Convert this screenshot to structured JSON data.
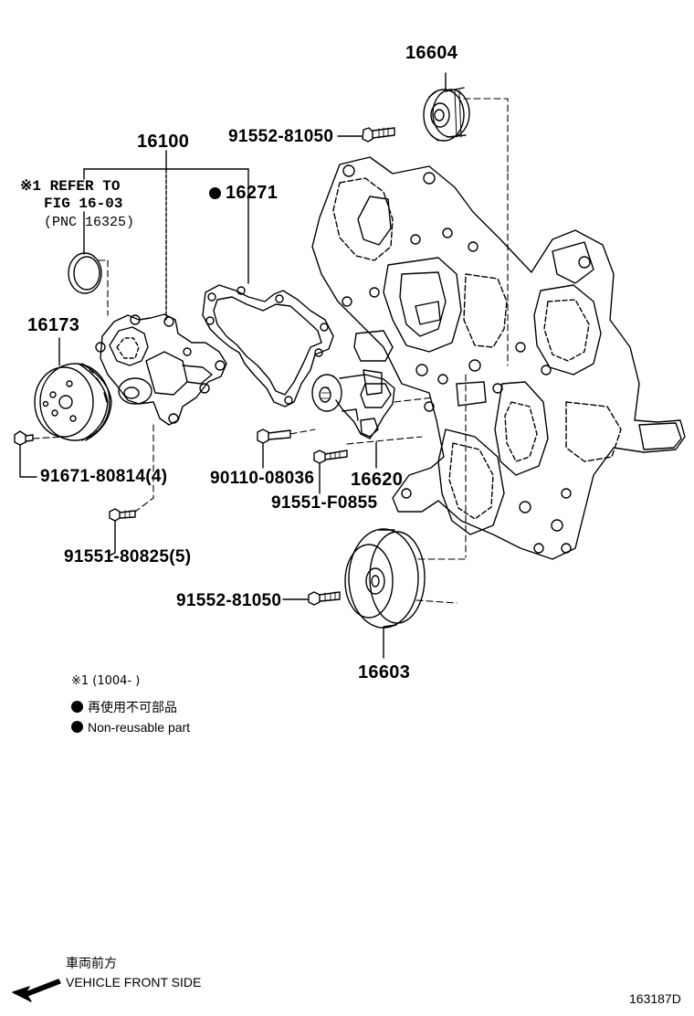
{
  "parts": {
    "p16604": "16604",
    "p91552_top": "91552-81050",
    "p16100": "16100",
    "p16271": "16271",
    "p16173": "16173",
    "p91671": "91671-80814(4)",
    "p90110": "90110-08036",
    "p16620": "16620",
    "p91551_f": "91551-F0855",
    "p91551_80825": "91551-80825(5)",
    "p91552_bottom": "91552-81050",
    "p16603": "16603"
  },
  "refer_note": {
    "line1": "※1 REFER TO",
    "line2": "FIG 16-03",
    "line3": "(PNC 16325)"
  },
  "legend": {
    "footnote": "※1 (1004-      )",
    "japanese": "再使用不可部品",
    "english": "Non-reusable part"
  },
  "direction": {
    "japanese": "車両前方",
    "english": "VEHICLE FRONT SIDE"
  },
  "figure_id": "163187D",
  "colors": {
    "ink": "#000000",
    "paper": "#ffffff"
  }
}
